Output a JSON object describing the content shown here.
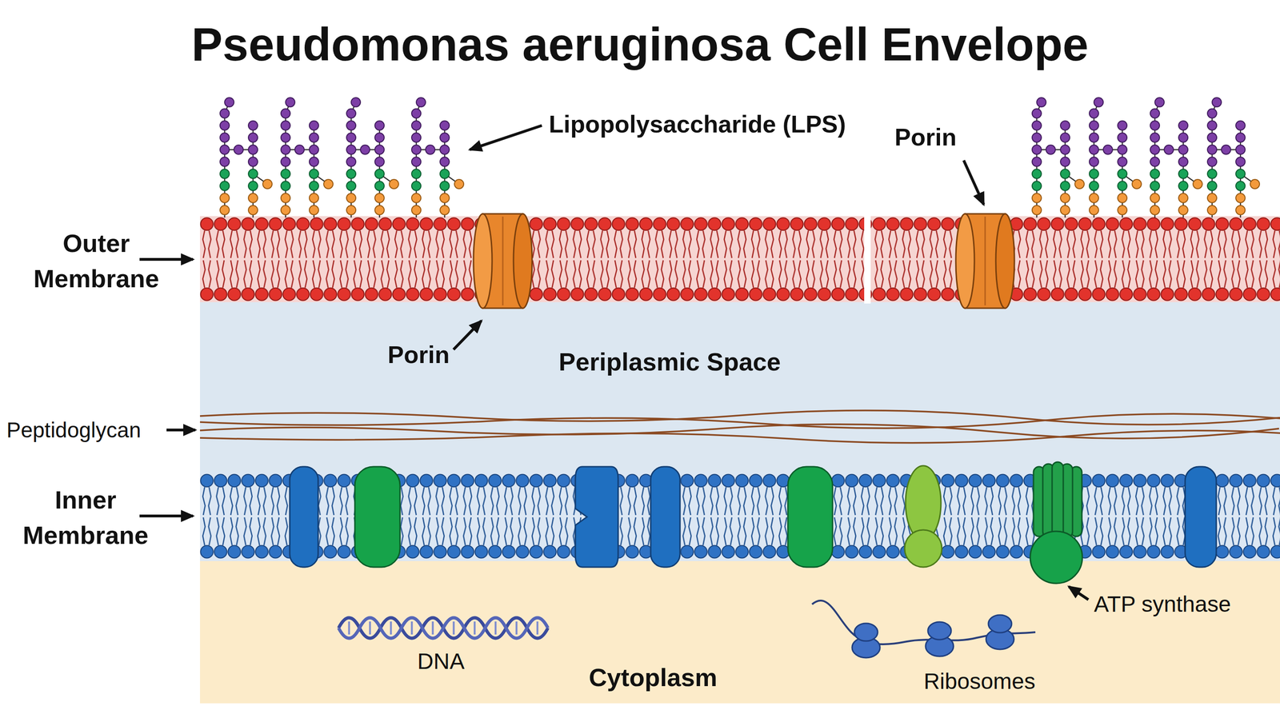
{
  "diagram": {
    "title": "Pseudomonas aeruginosa Cell Envelope",
    "nodes": [
      {
        "text": [
          "Periplasmic Space"
        ]
      },
      {
        "text": [
          "Cytoplasm"
        ]
      }
    ],
    "labels": [
      "Lipopolysaccharide (LPS)",
      "Porin",
      "Outer Membrane",
      "Porin",
      "Peptidoglycan",
      "Inner Membrane",
      "ATP synthase",
      "DNA",
      "Ribosomes"
    ]
  }
}
